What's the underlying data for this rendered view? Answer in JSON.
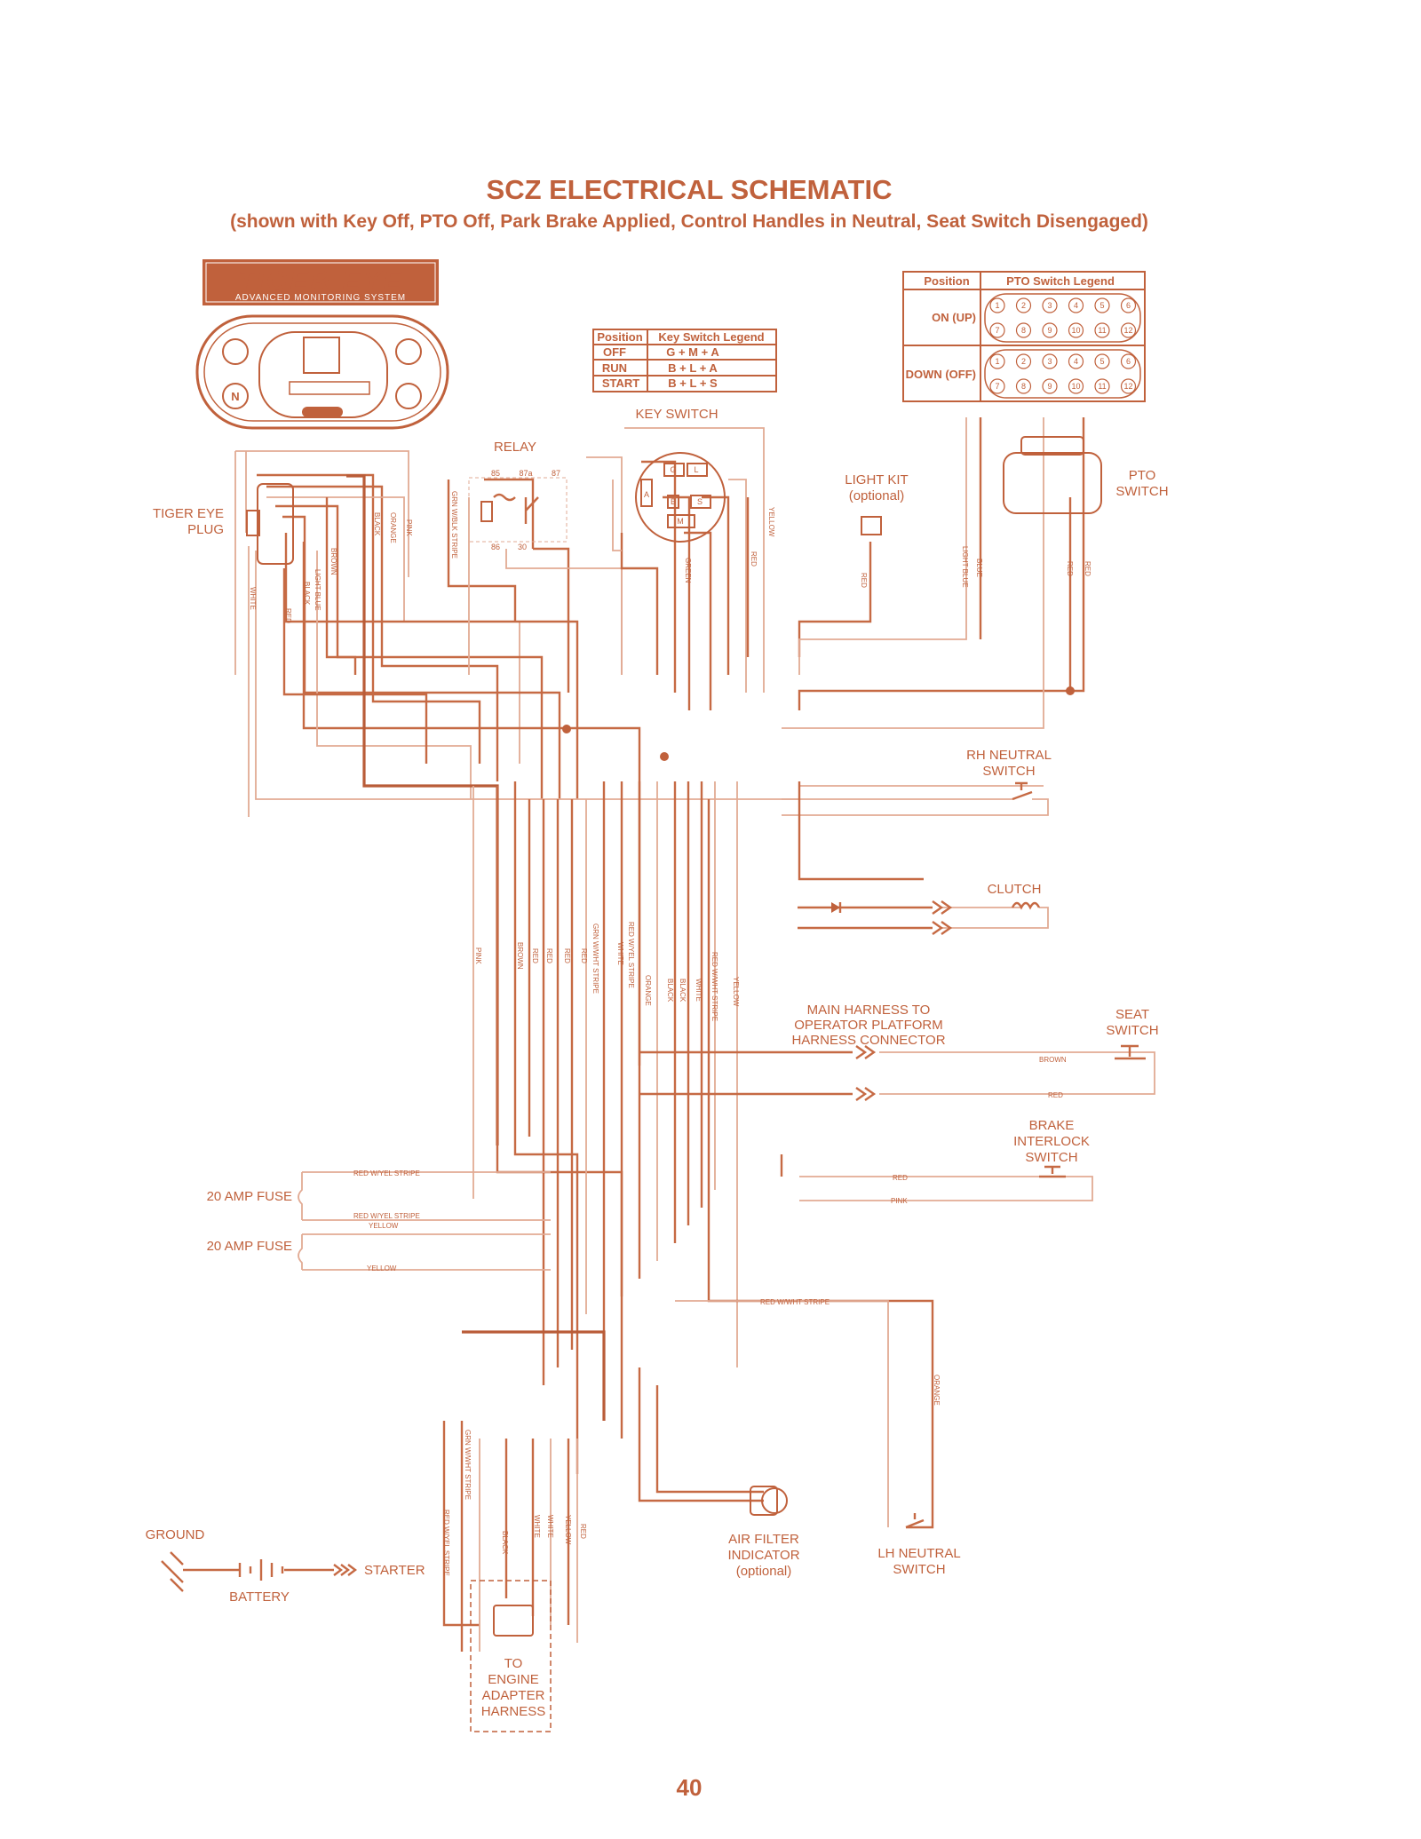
{
  "title": "SCZ ELECTRICAL SCHEMATIC",
  "subtitle": "(shown with Key Off, PTO Off, Park Brake Applied, Control Handles in Neutral, Seat Switch Disengaged)",
  "page_number": "40",
  "colors": {
    "accent": "#c0613c",
    "wire_dark": "#b95c38",
    "wire_light": "#e2ab94"
  },
  "logo": {
    "text": "TIGER EYE",
    "tagline": "ADVANCED MONITORING SYSTEM"
  },
  "key_switch_legend": {
    "headers": [
      "Position",
      "Key Switch Legend"
    ],
    "rows": [
      [
        "OFF",
        "G + M + A"
      ],
      [
        "RUN",
        "B + L + A"
      ],
      [
        "START",
        "B + L + S"
      ]
    ]
  },
  "pto_switch_legend": {
    "headers": [
      "Position",
      "PTO Switch Legend"
    ],
    "rows": [
      {
        "position": "ON (UP)",
        "pins_top": [
          "1",
          "2",
          "3",
          "4",
          "5",
          "6"
        ],
        "pins_bottom": [
          "7",
          "8",
          "9",
          "10",
          "11",
          "12"
        ]
      },
      {
        "position": "DOWN (OFF)",
        "pins_top": [
          "1",
          "2",
          "3",
          "4",
          "5",
          "6"
        ],
        "pins_bottom": [
          "7",
          "8",
          "9",
          "10",
          "11",
          "12"
        ]
      }
    ]
  },
  "components": {
    "tiger_eye_plug": "TIGER EYE\nPLUG",
    "relay": "RELAY",
    "relay_pins": [
      "85",
      "87a",
      "87",
      "86",
      "30"
    ],
    "key_switch": "KEY SWITCH",
    "key_switch_terminals": [
      "G",
      "L",
      "A",
      "B",
      "S",
      "M"
    ],
    "light_kit": "LIGHT KIT",
    "light_kit_note": "(optional)",
    "pto_switch": "PTO\nSWITCH",
    "rh_neutral_switch": "RH NEUTRAL\nSWITCH",
    "clutch": "CLUTCH",
    "main_harness": "MAIN HARNESS TO\nOPERATOR PLATFORM\nHARNESS CONNECTOR",
    "seat_switch": "SEAT\nSWITCH",
    "brake_interlock_switch": "BRAKE\nINTERLOCK\nSWITCH",
    "fuse_1": "20 AMP FUSE",
    "fuse_2": "20 AMP FUSE",
    "ground": "GROUND",
    "battery": "BATTERY",
    "starter": "STARTER",
    "air_filter_indicator": "AIR FILTER\nINDICATOR",
    "air_filter_note": "(optional)",
    "lh_neutral_switch": "LH NEUTRAL\nSWITCH",
    "engine_adapter": "TO\nENGINE\nADAPTER\nHARNESS"
  },
  "wire_labels": {
    "orange": "ORANGE",
    "black": "BLACK",
    "pink": "PINK",
    "brown": "BROWN",
    "light_blue": "LIGHT BLUE",
    "red": "RED",
    "white": "WHITE",
    "yellow": "YELLOW",
    "green": "GREEN",
    "blue": "BLUE",
    "grn_wblk": "GRN W/BLK STRIPE",
    "red_wyel": "RED W/YEL STRIPE",
    "grn_wwht": "GRN W/WHT STRIPE",
    "red_wwht": "RED W/WHT STRIPE"
  }
}
